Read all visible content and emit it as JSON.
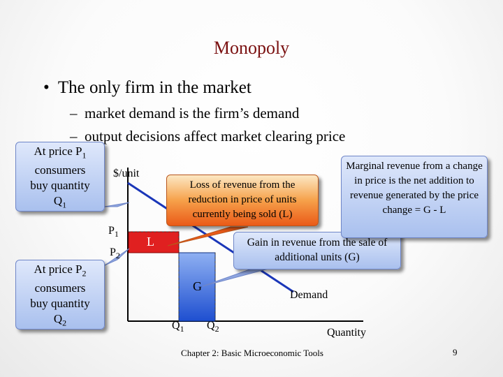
{
  "slide": {
    "title": "Monopoly",
    "bullet": "The only firm in the market",
    "sub1": "market demand is the firm’s demand",
    "sub2": "output decisions affect market clearing price",
    "dash": "–"
  },
  "callouts": {
    "p1_pre": "At price P",
    "p1_sub": "1",
    "p1_line2": "consumers",
    "p1_line3": "buy quantity",
    "p1_q": "Q",
    "p1_qsub": "1",
    "p2_pre": "At price P",
    "p2_sub": "2",
    "p2_line2": "consumers",
    "p2_line3": "buy quantity",
    "p2_q": "Q",
    "p2_qsub": "2",
    "loss": "Loss of revenue from the reduction in price of units currently being sold (L)",
    "gain": "Gain in revenue from the sale of additional units (G)",
    "mr": "Marginal revenue from a change in price is the net addition to revenue generated by the price change = G - L"
  },
  "graph": {
    "y_axis_label": "$/unit",
    "x_axis_label": "Quantity",
    "p1": "P",
    "p1_sub": "1",
    "p2": "P",
    "p2_sub": "2",
    "q1": "Q",
    "q1_sub": "1",
    "q2": "Q",
    "q2_sub": "2",
    "l_label": "L",
    "g_label": "G",
    "demand_label": "Demand",
    "colors": {
      "l_rect": "#e02020",
      "g_rect": "#2b62d9",
      "axis": "#000000",
      "demand": "#1a36b8"
    }
  },
  "footer": {
    "text": "Chapter 2: Basic Microeconomic Tools",
    "page": "9"
  }
}
